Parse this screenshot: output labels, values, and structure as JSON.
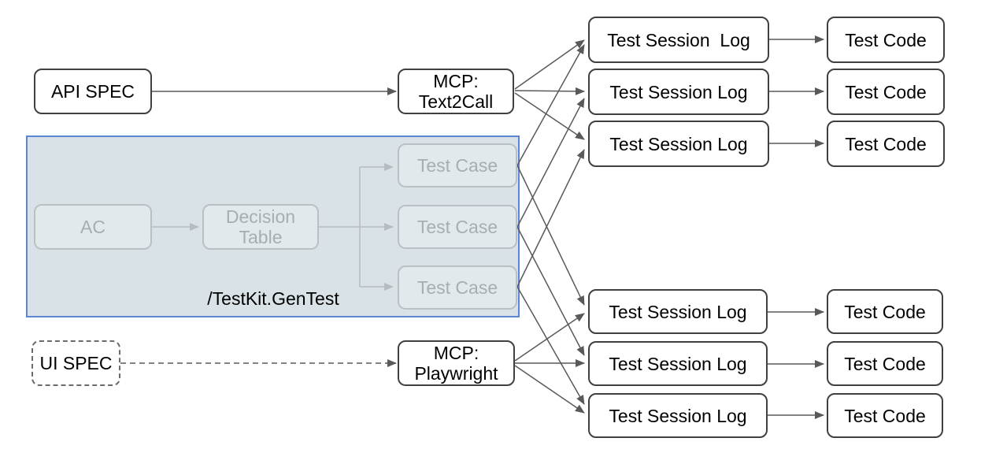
{
  "diagram": {
    "colors": {
      "background": "#ffffff",
      "group_fill": "#d9e2e6",
      "group_border": "#5c85d6",
      "node_border": "#404040",
      "muted_border": "#b9c1c4",
      "muted_text": "#a6aeb2",
      "connector": "#595959",
      "muted_connector": "#b5bdc0",
      "text": "#000000"
    },
    "nodes": {
      "api_spec": "API SPEC",
      "ui_spec": "UI SPEC",
      "mcp_text2call": {
        "line1": "MCP:",
        "line2": "Text2Call"
      },
      "mcp_playwright": {
        "line1": "MCP:",
        "line2": "Playwright"
      },
      "group": {
        "label": "/TestKit.GenTest",
        "ac": "AC",
        "decision_table": {
          "line1": "Decision",
          "line2": "Table"
        },
        "test_cases": [
          "Test Case",
          "Test Case",
          "Test Case"
        ]
      },
      "top_rows": [
        {
          "log": "Test Session  Log",
          "code": "Test Code"
        },
        {
          "log": "Test Session Log",
          "code": "Test Code"
        },
        {
          "log": "Test Session Log",
          "code": "Test Code"
        }
      ],
      "bottom_rows": [
        {
          "log": "Test Session Log",
          "code": "Test Code"
        },
        {
          "log": "Test Session Log",
          "code": "Test Code"
        },
        {
          "log": "Test Session Log",
          "code": "Test Code"
        }
      ]
    }
  }
}
